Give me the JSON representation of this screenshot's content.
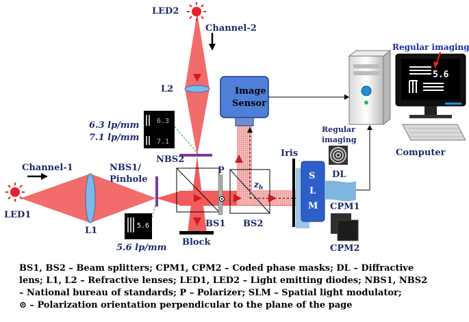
{
  "labels": {
    "led1": "LED1",
    "led2": "LED2",
    "channel1": "Channel-1",
    "channel2": "Channel-2",
    "l1": "L1",
    "l2": "L2",
    "nbs1": "NBS1/",
    "pinhole": "Pinhole",
    "nbs2": "NBS2",
    "p": "P",
    "bs1": "BS1",
    "bs2": "BS2",
    "block": "Block",
    "image_sensor_1": "Image",
    "image_sensor_2": "Sensor",
    "iris": "Iris",
    "slm": [
      "S",
      "L",
      "M"
    ],
    "dl": "DL",
    "cpm1": "CPM1",
    "cpm2": "CPM2",
    "regular_imaging_small_1": "Regular",
    "regular_imaging_small_2": "imaging",
    "regular_imaging": "Regular imaging",
    "computer": "Computer",
    "zh": "z",
    "zh_sub": "h",
    "res_63": "6.3 lp/mm",
    "res_71": "7.1 lp/mm",
    "res_56": "5.6 lp/mm",
    "target_63": "6.3",
    "target_71": "7.1",
    "target_56": "5.6",
    "monitor_value": "5.6"
  },
  "legend": [
    "BS1, BS2 – Beam splitters; CPM1, CPM2 – Coded phase masks; DL – Diffractive",
    "lens; L1, L2 – Refractive lenses; LED1, LED2 – Light emitting diodes; NBS1, NBS2",
    "– National bureau of standards; P – Polarizer; SLM – Spatial light modulator;",
    "⊙ – Polarization orientation perpendicular to the plane of the page"
  ],
  "colors": {
    "beam": "#f25c5c",
    "led": "#e8202a",
    "lens": "#7fb8e6",
    "slm": "#2e5fc9",
    "sensor": "#4f7fd8",
    "label": "#1a2a6c"
  }
}
